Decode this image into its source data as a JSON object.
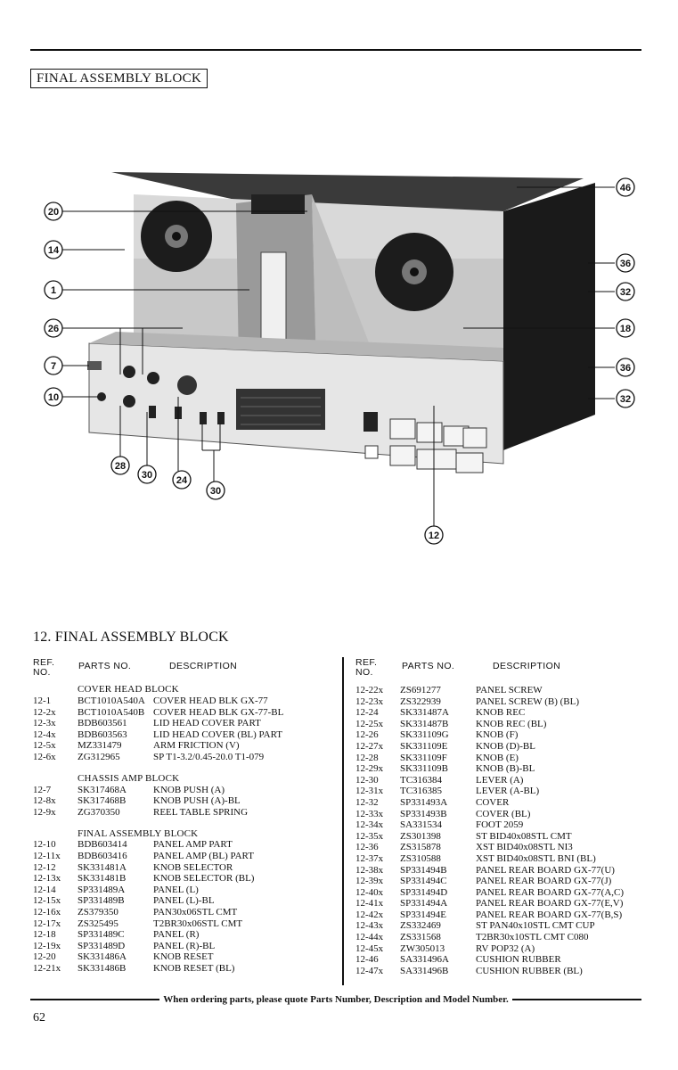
{
  "header": {
    "block_title": "FINAL ASSEMBLY BLOCK"
  },
  "diagram": {
    "callouts": {
      "c46": "46",
      "c20": "20",
      "c14": "14",
      "c36a": "36",
      "c1": "1",
      "c32a": "32",
      "c26": "26",
      "c18": "18",
      "c7": "7",
      "c36b": "36",
      "c10": "10",
      "c32b": "32",
      "c28": "28",
      "c30a": "30",
      "c24": "24",
      "c30b": "30",
      "c12": "12"
    }
  },
  "section": {
    "title": "12. FINAL ASSEMBLY BLOCK",
    "headers": {
      "ref": "REF.",
      "no": "NO.",
      "parts_no": "PARTS NO.",
      "description": "DESCRIPTION"
    },
    "left_groups": [
      {
        "heading": "COVER HEAD BLOCK",
        "rows": [
          [
            "12-1",
            "BCT1010A540A",
            "COVER HEAD BLK GX-77"
          ],
          [
            "12-2x",
            "BCT1010A540B",
            "COVER HEAD BLK GX-77-BL"
          ],
          [
            "12-3x",
            "BDB603561",
            "LID HEAD COVER PART"
          ],
          [
            "12-4x",
            "BDB603563",
            "LID HEAD COVER (BL) PART"
          ],
          [
            "12-5x",
            "MZ331479",
            "ARM FRICTION (V)"
          ],
          [
            "12-6x",
            "ZG312965",
            "SP T1-3.2/0.45-20.0 T1-079"
          ]
        ]
      },
      {
        "heading": "CHASSIS AMP BLOCK",
        "rows": [
          [
            "12-7",
            "SK317468A",
            "KNOB PUSH (A)"
          ],
          [
            "12-8x",
            "SK317468B",
            "KNOB PUSH (A)-BL"
          ],
          [
            "12-9x",
            "ZG370350",
            "REEL TABLE SPRING"
          ]
        ]
      },
      {
        "heading": "FINAL ASSEMBLY BLOCK",
        "rows": [
          [
            "12-10",
            "BDB603414",
            "PANEL AMP PART"
          ],
          [
            "12-11x",
            "BDB603416",
            "PANEL AMP (BL) PART"
          ],
          [
            "12-12",
            "SK331481A",
            "KNOB SELECTOR"
          ],
          [
            "12-13x",
            "SK331481B",
            "KNOB SELECTOR (BL)"
          ],
          [
            "12-14",
            "SP331489A",
            "PANEL (L)"
          ],
          [
            "12-15x",
            "SP331489B",
            "PANEL (L)-BL"
          ],
          [
            "12-16x",
            "ZS379350",
            "PAN30x06STL CMT"
          ],
          [
            "12-17x",
            "ZS325495",
            "T2BR30x06STL CMT"
          ],
          [
            "12-18",
            "SP331489C",
            "PANEL (R)"
          ],
          [
            "12-19x",
            "SP331489D",
            "PANEL (R)-BL"
          ],
          [
            "12-20",
            "SK331486A",
            "KNOB RESET"
          ],
          [
            "12-21x",
            "SK331486B",
            "KNOB RESET (BL)"
          ]
        ]
      }
    ],
    "right_rows": [
      [
        "12-22x",
        "ZS691277",
        "PANEL SCREW"
      ],
      [
        "12-23x",
        "ZS322939",
        "PANEL SCREW (B) (BL)"
      ],
      [
        "12-24",
        "SK331487A",
        "KNOB REC"
      ],
      [
        "12-25x",
        "SK331487B",
        "KNOB REC (BL)"
      ],
      [
        "12-26",
        "SK331109G",
        "KNOB (F)"
      ],
      [
        "12-27x",
        "SK331109E",
        "KNOB (D)-BL"
      ],
      [
        "12-28",
        "SK331109F",
        "KNOB (E)"
      ],
      [
        "12-29x",
        "SK331109B",
        "KNOB (B)-BL"
      ],
      [
        "12-30",
        "TC316384",
        "LEVER (A)"
      ],
      [
        "12-31x",
        "TC316385",
        "LEVER (A-BL)"
      ],
      [
        "12-32",
        "SP331493A",
        "COVER"
      ],
      [
        "12-33x",
        "SP331493B",
        "COVER (BL)"
      ],
      [
        "12-34x",
        "SA331534",
        "FOOT 2059"
      ],
      [
        "12-35x",
        "ZS301398",
        "ST BID40x08STL CMT"
      ],
      [
        "12-36",
        "ZS315878",
        "XST BID40x08STL NI3"
      ],
      [
        "12-37x",
        "ZS310588",
        "XST BID40x08STL BNI (BL)"
      ],
      [
        "12-38x",
        "SP331494B",
        "PANEL REAR BOARD GX-77(U)"
      ],
      [
        "12-39x",
        "SP331494C",
        "PANEL REAR BOARD GX-77(J)"
      ],
      [
        "12-40x",
        "SP331494D",
        "PANEL REAR BOARD GX-77(A,C)"
      ],
      [
        "12-41x",
        "SP331494A",
        "PANEL REAR BOARD GX-77(E,V)"
      ],
      [
        "12-42x",
        "SP331494E",
        "PANEL REAR BOARD GX-77(B,S)"
      ],
      [
        "12-43x",
        "ZS332469",
        "ST PAN40x10STL CMT CUP"
      ],
      [
        "12-44x",
        "ZS331568",
        "T2BR30x10STL CMT C080"
      ],
      [
        "12-45x",
        "ZW305013",
        "RV POP32 (A)"
      ],
      [
        "12-46",
        "SA331496A",
        "CUSHION RUBBER"
      ],
      [
        "12-47x",
        "SA331496B",
        "CUSHION RUBBER (BL)"
      ]
    ]
  },
  "footer": {
    "note": "When ordering parts, please quote Parts Number, Description and Model Number."
  },
  "page_number": "62"
}
